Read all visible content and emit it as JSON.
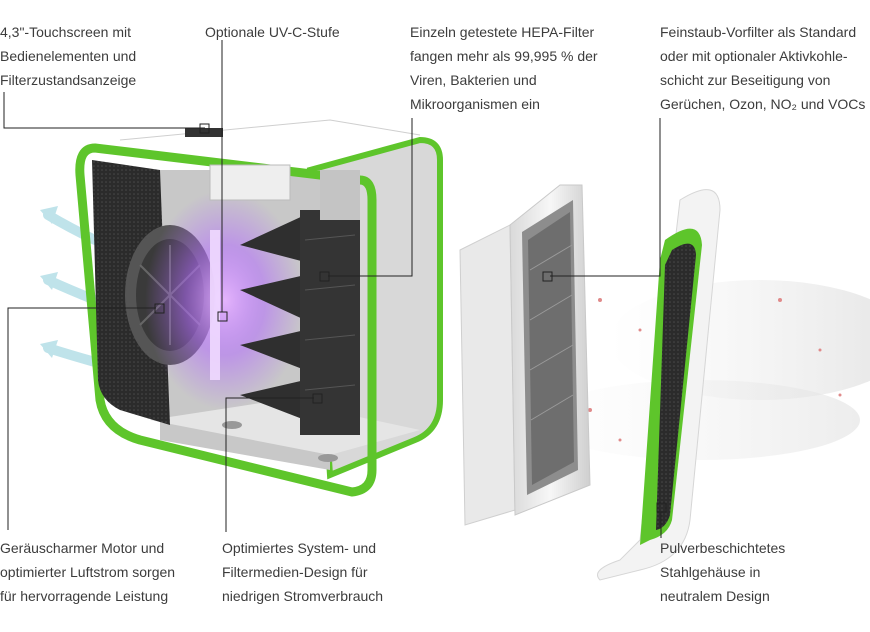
{
  "callouts": {
    "touchscreen": {
      "lines": [
        "4,3\"-Touchscreen mit",
        "Bedienelementen und",
        "Filterzustandsanzeige"
      ]
    },
    "uvc": {
      "lines": [
        "Optionale UV-C-Stufe"
      ]
    },
    "hepa": {
      "lines": [
        "Einzeln getestete HEPA-Filter",
        "fangen mehr als 99,995 % der",
        "Viren, Bakterien und",
        "Mikroorganismen ein"
      ]
    },
    "prefilter": {
      "lines": [
        "Feinstaub-Vorfilter als Standard",
        "oder mit optionaler Aktivkohle-",
        "schicht zur Beseitigung von",
        "Gerüchen, Ozon, NO₂ und VOCs"
      ]
    },
    "motor": {
      "lines": [
        "Geräuscharmer Motor und",
        "optimierter Luftstrom sorgen",
        "für hervorragende Leistung"
      ]
    },
    "system": {
      "lines": [
        "Optimiertes System- und",
        "Filtermedien-Design für",
        "niedrigen Stromverbrauch"
      ]
    },
    "housing": {
      "lines": [
        "Pulverbeschichtetes",
        "Stahlgehäuse in",
        "neutralem Design"
      ]
    }
  },
  "colors": {
    "accent_green": "#5ec52b",
    "text": "#3c3c3c",
    "leader": "#222222",
    "airflow": "#bfe3ea",
    "uv": "#c77bff"
  },
  "icons": [
    "airflow-arrow-icon",
    "fan-icon",
    "uv-lamp-icon"
  ]
}
